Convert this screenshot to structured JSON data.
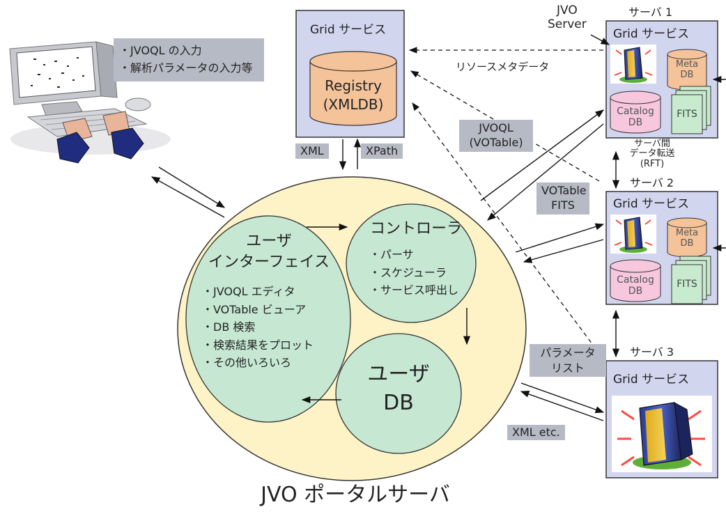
{
  "user_notes": [
    "・JVOQL の入力",
    "・解析パラメータの入力等"
  ],
  "grid_service_label": "Grid サービス",
  "registry": {
    "line1": "Registry",
    "line2": "(XMLDB)"
  },
  "jvo_server_label": {
    "line1": "JVO",
    "line2": "Server"
  },
  "servers": {
    "s1": "サーバ 1",
    "s2": "サーバ 2",
    "s3": "サーバ 3"
  },
  "db": {
    "meta_l1": "Meta",
    "meta_l2": "DB",
    "catalog_l1": "Catalog",
    "catalog_l2": "DB",
    "fits": "FITS"
  },
  "labels": {
    "resource_metadata": "リソースメタデータ",
    "xml": "XML",
    "xpath": "XPath",
    "jvoql": "JVOQL",
    "votable_paren": "(VOTable)",
    "votable": "VOTable",
    "fits": "FITS",
    "transfer_l1": "サーバ間",
    "transfer_l2": "データ転送",
    "transfer_l3": "(RFT)",
    "param_l1": "パラメータ",
    "param_l2": "リスト",
    "xml_etc": "XML etc."
  },
  "user_interface": {
    "title1": "ユーザ",
    "title2": "インターフェイス",
    "items": [
      "・JVOQL エディタ",
      "・VOTable ビューア",
      "・DB 検索",
      "・検索結果をプロット",
      "・その他いろいろ"
    ]
  },
  "controller": {
    "title": "コントローラ",
    "items": [
      "・パーサ",
      "・スケジューラ",
      "・サービス呼出し"
    ]
  },
  "user_db": {
    "line1": "ユーザ",
    "line2": "DB"
  },
  "portal_caption": "JVO ポータルサーバ"
}
